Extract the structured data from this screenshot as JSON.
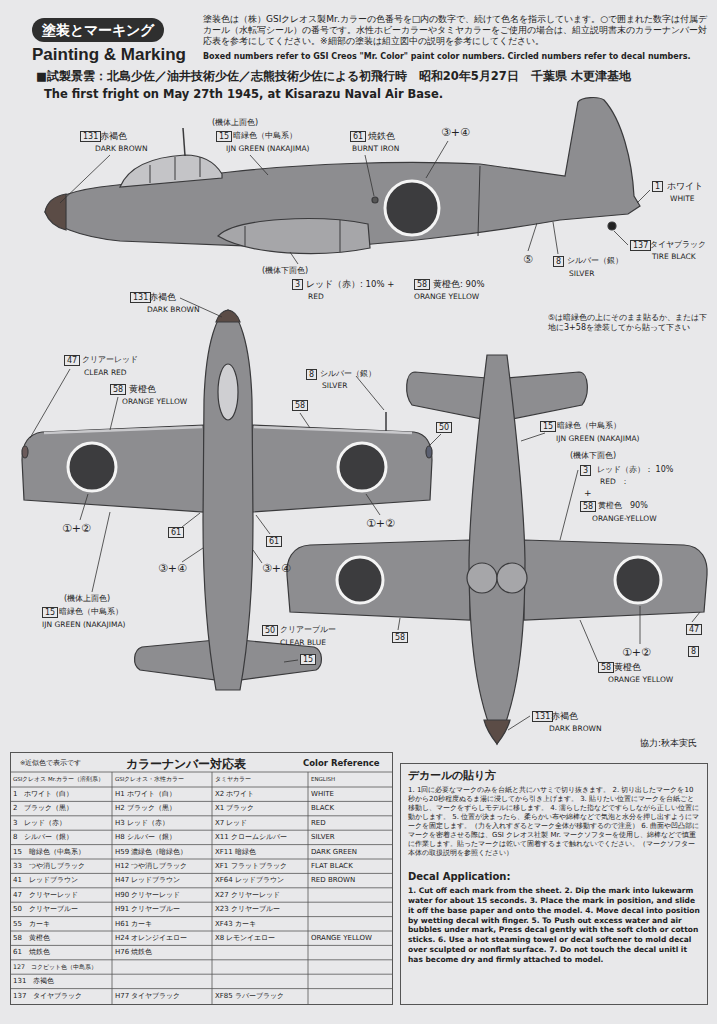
{
  "diagram": {
    "title": "Painting & Marking",
    "nodes": [
      {
        "text": [
          "塗装とマーキング"
        ]
      },
      {
        "text": [
          "カラーナンバー対応表",
          "Color Reference"
        ]
      },
      {
        "text": [
          "デカールの貼り方",
          "1. 1回に必要なマークのみを台紙と共にハサミで切り抜きます。 2. 切り出したマークを10秒から20秒程度ぬるま湯に浸してから引き上げます。 3. 貼りたい位置にマークを台紙ごと移動し、マークをずらしモデルに移します。 4. 濡らした指などですらしながら正しい位置に動かします。 5. 位置が決まったら、柔らかい布や綿棒などで気泡と水分を押し出すようにマークを固定します。（力を入れすぎるとマーク全体が移動するので注意） 6. 曲面や凹凸部にマークを密着させる際は、GSI クレオス社製 Mr. マークソフターを使用し、綿棒などで慎重に作業します。貼ったマークは乾いて固着するまで触れないでください。（マークソフター本体の取扱説明を参照ください）",
          "Decal Application:",
          "1. Cut off each mark from the sheet. 2. Dip the mark into lukewarm water for about 15 seconds. 3. Place the mark in position, and slide it off the base paper and onto the model. 4. Move decal into position by wetting decal with finger. 5. To Push out excess water and air bubbles under mark, Press decal gently with the soft cloth or cotton sticks. 6. Use a hot steaming towel or decal softener to mold decal over sculpted or nonflat surface. 7. Do not touch the decal unitl it has become dry and firmly attached to model."
        ]
      }
    ],
    "labels": [
      "塗装色は（株）GSIクレオス製Mr.カラーの色番号を□内の数字で、続けて色名を指示しています。○で囲まれた数字は付属デカール（水転写シール）の番号です。水性ホビーカラーやタミヤカラーをご使用の場合は、組立説明書末のカラーナンバー対応表を参考にしてください。※細部の塗装は組立図中の説明を参考にしてください。",
      "Boxed numbers refer to GSI Creos \"Mr. Color\" paint color numbers. Circled numbers refer to decal numbers.",
      "■試製景雲：北島少佐／油井技術少佐／志熊技術少佐による初飛行時　昭和20年5月27日　千葉県 木更津基地",
      "The first fright on May 27th 1945, at Kisarazu Naval Air Base.",
      "131",
      "赤褐色",
      "DARK BROWN",
      "(機体上面色)",
      "15",
      "暗緑色（中島系）",
      "IJN GREEN (NAKAJIMA)",
      "61",
      "焼鉄色",
      "BURNT IRON",
      "③+④",
      "1",
      "ホワイト",
      "WHITE",
      "137",
      "タイヤブラック",
      "TIRE BLACK",
      "⑤",
      "8",
      "シルバー（銀）",
      "SILVER",
      "(機体下面色)",
      "3",
      "レッド（赤）: 10% +",
      "58",
      "黄橙色: 90%",
      "RED",
      "ORANGE YELLOW",
      "⑤は暗緑色の上にそのまま貼るか、または下地に3+58を塗装してから貼って下さい",
      "131",
      "赤褐色",
      "DARK BROWN",
      "47",
      "クリアーレッド",
      "CLEAR RED",
      "58",
      "黄橙色",
      "ORANGE YELLOW",
      "8",
      "シルバー（銀）",
      "SILVER",
      "58",
      "50",
      "61",
      "61",
      "①+②",
      "①+②",
      "③+④",
      "③+④",
      "(機体上面色)",
      "15",
      "暗緑色（中島系）",
      "IJN GREEN (NAKAJIMA)",
      "50",
      "クリアーブルー",
      "CLEAR BLUE",
      "15",
      "15",
      "暗緑色（中島系）",
      "IJN GREEN (NAKAJIMA)",
      "(機体下面色)",
      "3",
      "レッド（赤）： 10%",
      "RED　:",
      "+",
      "58",
      "黄橙色　90%",
      "ORANGE-YELLOW",
      "①+②",
      "47",
      "8",
      "58",
      "58",
      "黄橙色",
      "ORANGE YELLOW",
      "131",
      "赤褐色",
      "DARK BROWN",
      "協力:秋本実氏",
      "※近似色で表示です",
      "GSIクレオス Mr.カラー（溶剤系）",
      "GSIクレオス・水性カラー",
      "タミヤカラー",
      "ENGLISH",
      "1　ホワイト（白）",
      "H1 ホワイト（白）",
      "X2 ホワイト",
      "WHITE",
      "2　ブラック（黒）",
      "H2 ブラック（黒）",
      "X1 ブラック",
      "BLACK",
      "3　レッド（赤）",
      "H3 レッド（赤）",
      "X7 レッド",
      "RED",
      "8　シルバー（銀）",
      "H8 シルバー（銀）",
      "X11 クロームシルバー",
      "SILVER",
      "15　暗緑色（中島系）",
      "H59 濃緑色（暗緑色）",
      "XF11 暗緑色",
      "DARK GREEN",
      "33　つや消しブラック",
      "H12 つや消しブラック",
      "XF1 フラットブラック",
      "FLAT BLACK",
      "41　レッドブラウン",
      "H47 レッドブラウン",
      "XF64 レッドブラウン",
      "RED BROWN",
      "47　クリヤーレッド",
      "H90 クリヤーレッド",
      "X27 クリヤーレッド",
      "50　クリヤーブルー",
      "H91 クリヤーブルー",
      "X23 クリヤーブルー",
      "55　カーキ",
      "H61 カーキ",
      "XF43 カーキ",
      "58　黄橙色",
      "H24 オレンジイエロー",
      "X8 レモンイエロー",
      "ORANGE YELLOW",
      "61　焼鉄色",
      "H76 焼鉄色",
      "127　コクピット色（中島系）",
      "131　赤褐色",
      "137　タイヤブラック",
      "H77 タイヤブラック",
      "XF85 ラバーブラック"
    ]
  }
}
